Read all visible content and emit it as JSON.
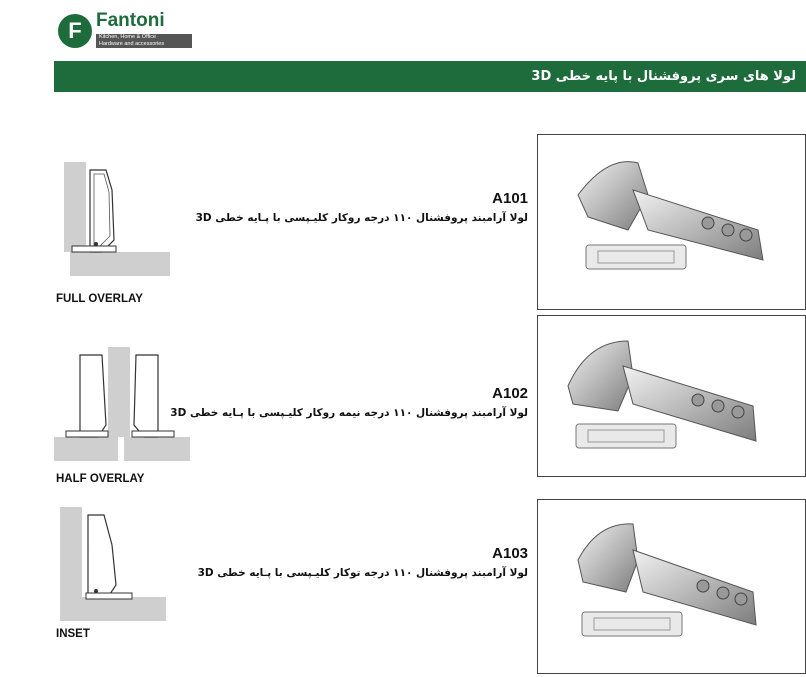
{
  "logo": {
    "letter": "F",
    "name": "Fantoni",
    "tagline_1": "Kitchen, Home & Office",
    "tagline_2": "Hardware and accessories"
  },
  "banner": {
    "title": "لولا های سری پروفشنال با پایه خطی 3D"
  },
  "products": [
    {
      "code": "A101",
      "description": "لولا آرامبند پروفشنال ۱۱۰ درجه روکار کلیـپسی با پـایه خطی 3D",
      "overlay_label": "FULL OVERLAY"
    },
    {
      "code": "A102",
      "description": "لولا آرامبند پروفشنال ۱۱۰ درجه نیمه روکار کلیـپسی با پـایه خطی 3D",
      "overlay_label": "HALF OVERLAY"
    },
    {
      "code": "A103",
      "description": "لولا آرامبند پروفشنال ۱۱۰ درجه توکار کلیـپسی با پـایه خطی 3D",
      "overlay_label": "INSET"
    }
  ],
  "colors": {
    "brand_green": "#1e6b3c",
    "diagram_gray": "#cfcfcf"
  }
}
